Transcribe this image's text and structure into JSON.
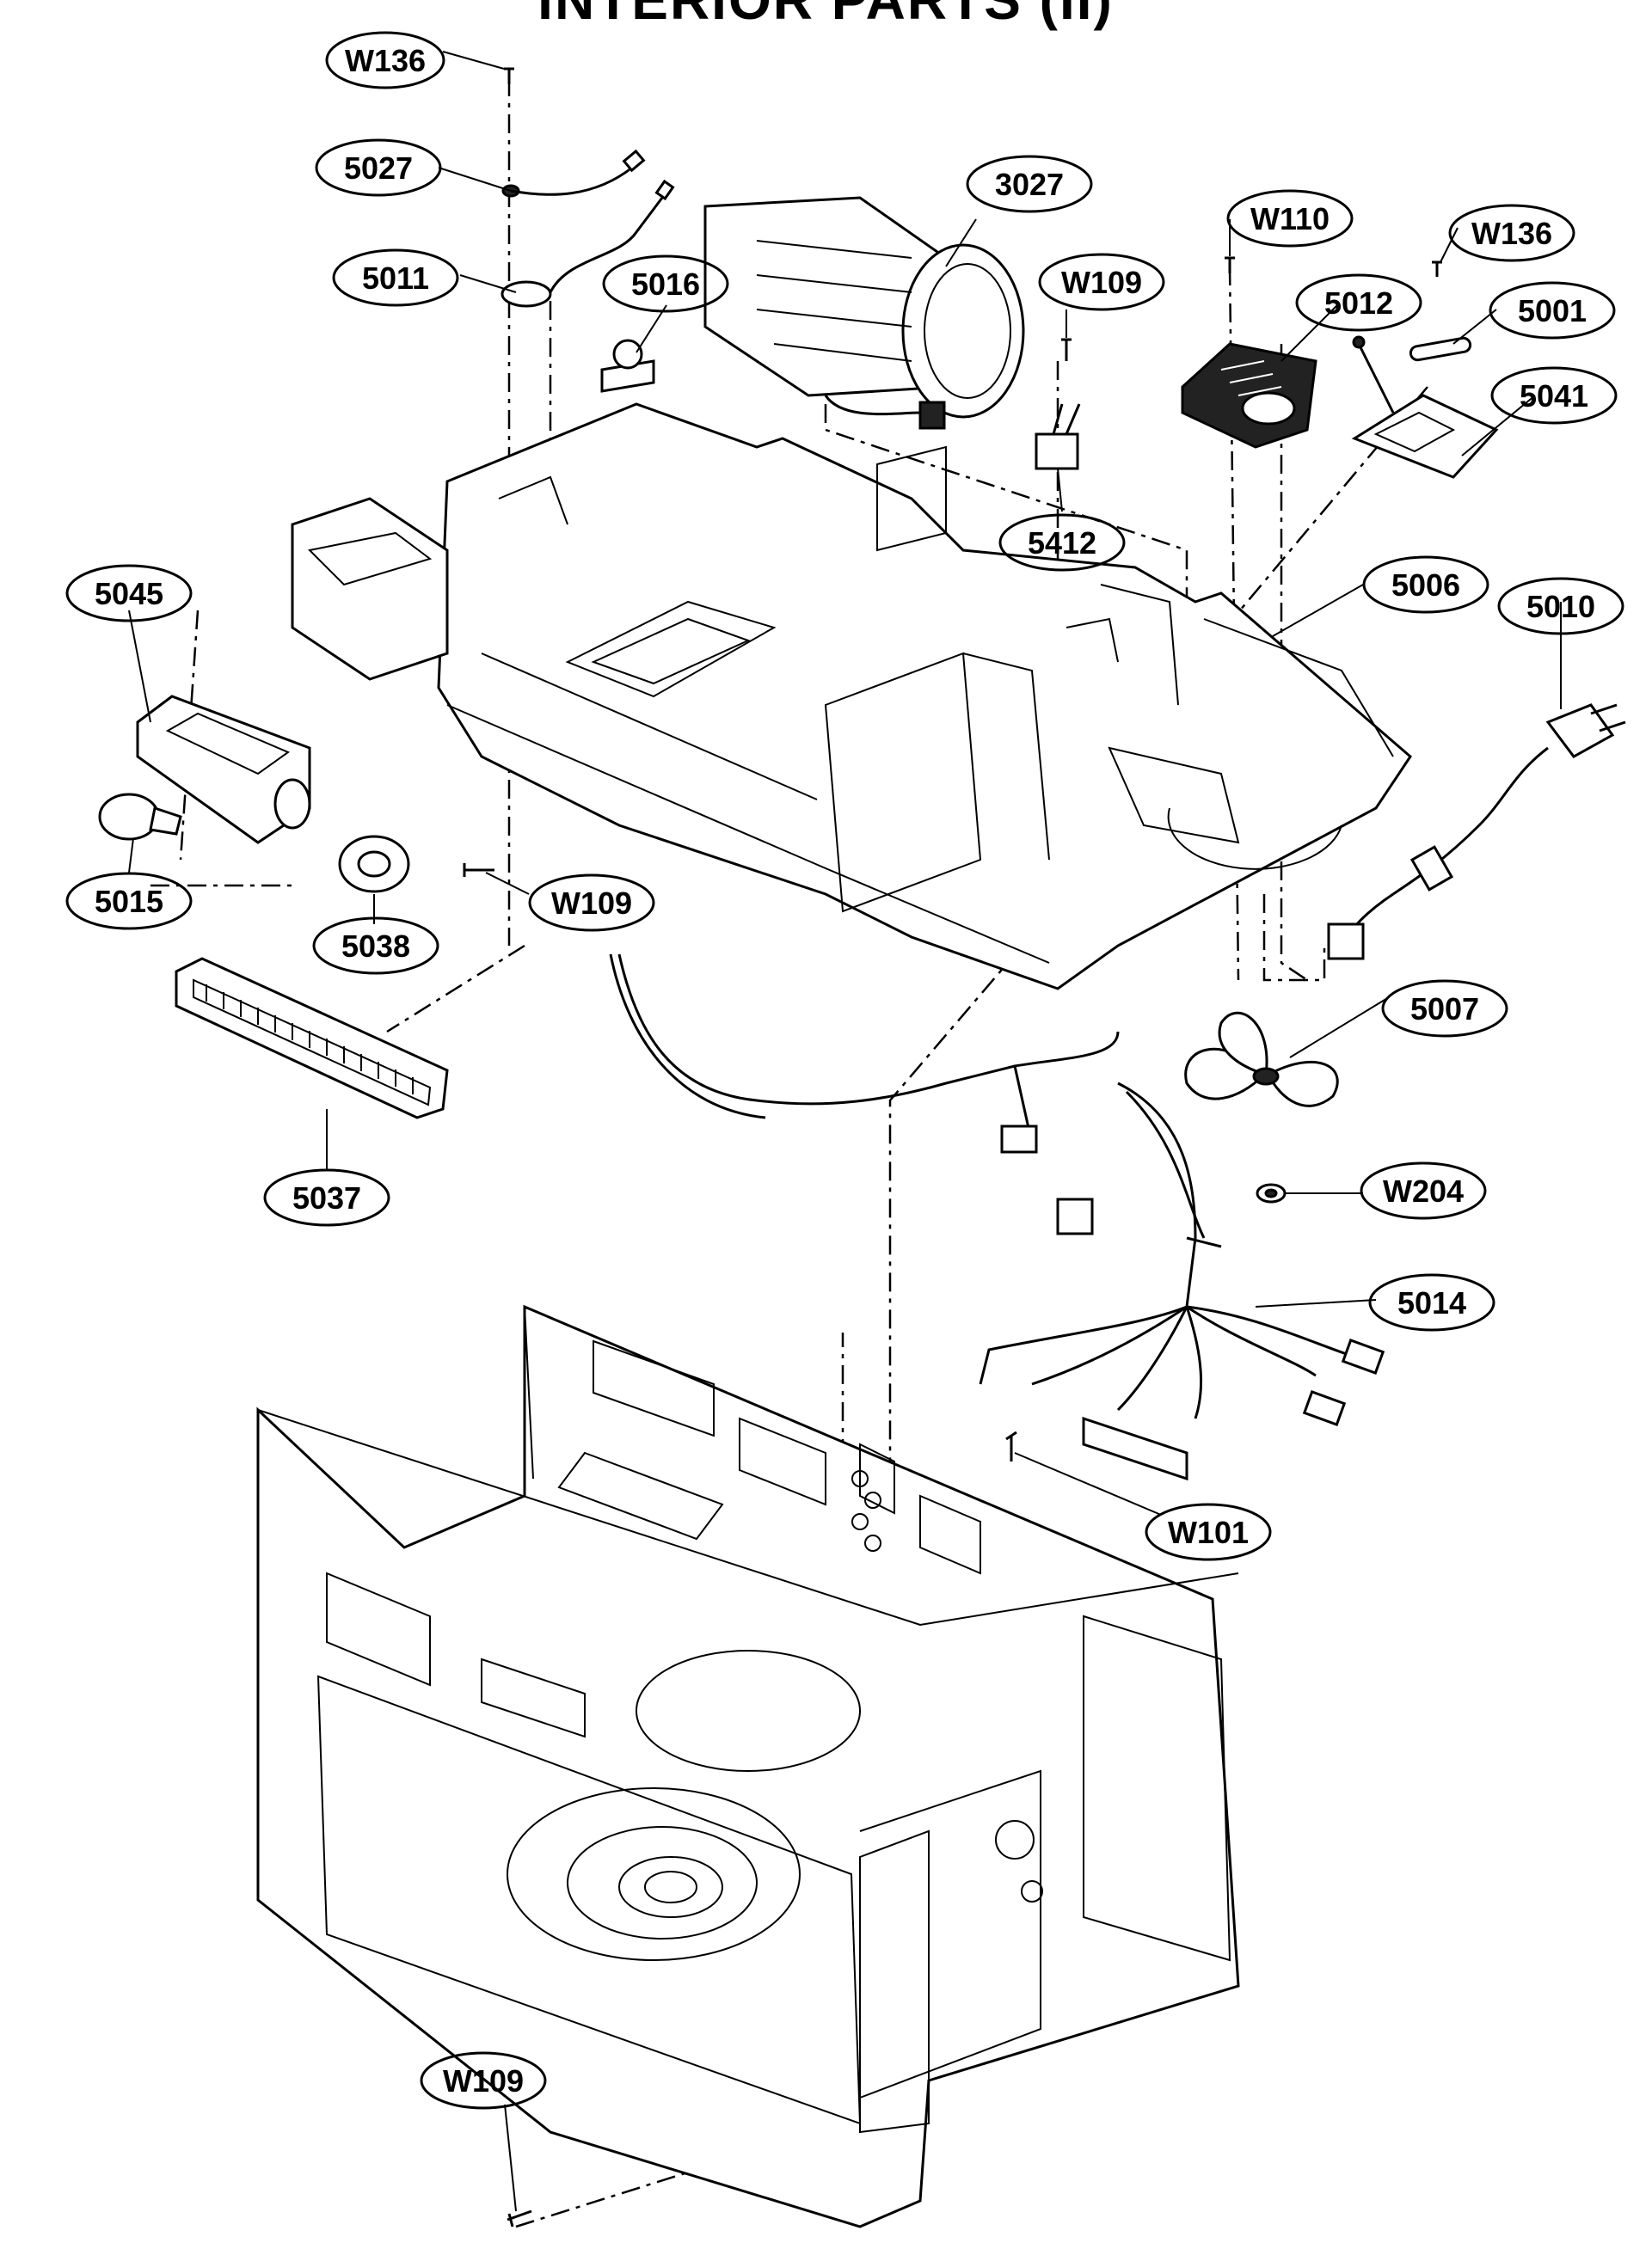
{
  "title": "INTERIOR PARTS (II)",
  "labels": [
    {
      "id": "w136-top",
      "text": "W136"
    },
    {
      "id": "5027",
      "text": "5027"
    },
    {
      "id": "3027",
      "text": "3027"
    },
    {
      "id": "w110",
      "text": "W110"
    },
    {
      "id": "w136-right",
      "text": "W136"
    },
    {
      "id": "5011",
      "text": "5011"
    },
    {
      "id": "5016",
      "text": "5016"
    },
    {
      "id": "w109-top",
      "text": "W109"
    },
    {
      "id": "5012",
      "text": "5012"
    },
    {
      "id": "5001",
      "text": "5001"
    },
    {
      "id": "5041",
      "text": "5041"
    },
    {
      "id": "5412",
      "text": "5412"
    },
    {
      "id": "5045",
      "text": "5045"
    },
    {
      "id": "5006",
      "text": "5006"
    },
    {
      "id": "5010",
      "text": "5010"
    },
    {
      "id": "5015",
      "text": "5015"
    },
    {
      "id": "w109-mid",
      "text": "W109"
    },
    {
      "id": "5038",
      "text": "5038"
    },
    {
      "id": "5007",
      "text": "5007"
    },
    {
      "id": "w204",
      "text": "W204"
    },
    {
      "id": "5037",
      "text": "5037"
    },
    {
      "id": "5014",
      "text": "5014"
    },
    {
      "id": "w101",
      "text": "W101"
    },
    {
      "id": "w109-bottom",
      "text": "W109"
    }
  ]
}
